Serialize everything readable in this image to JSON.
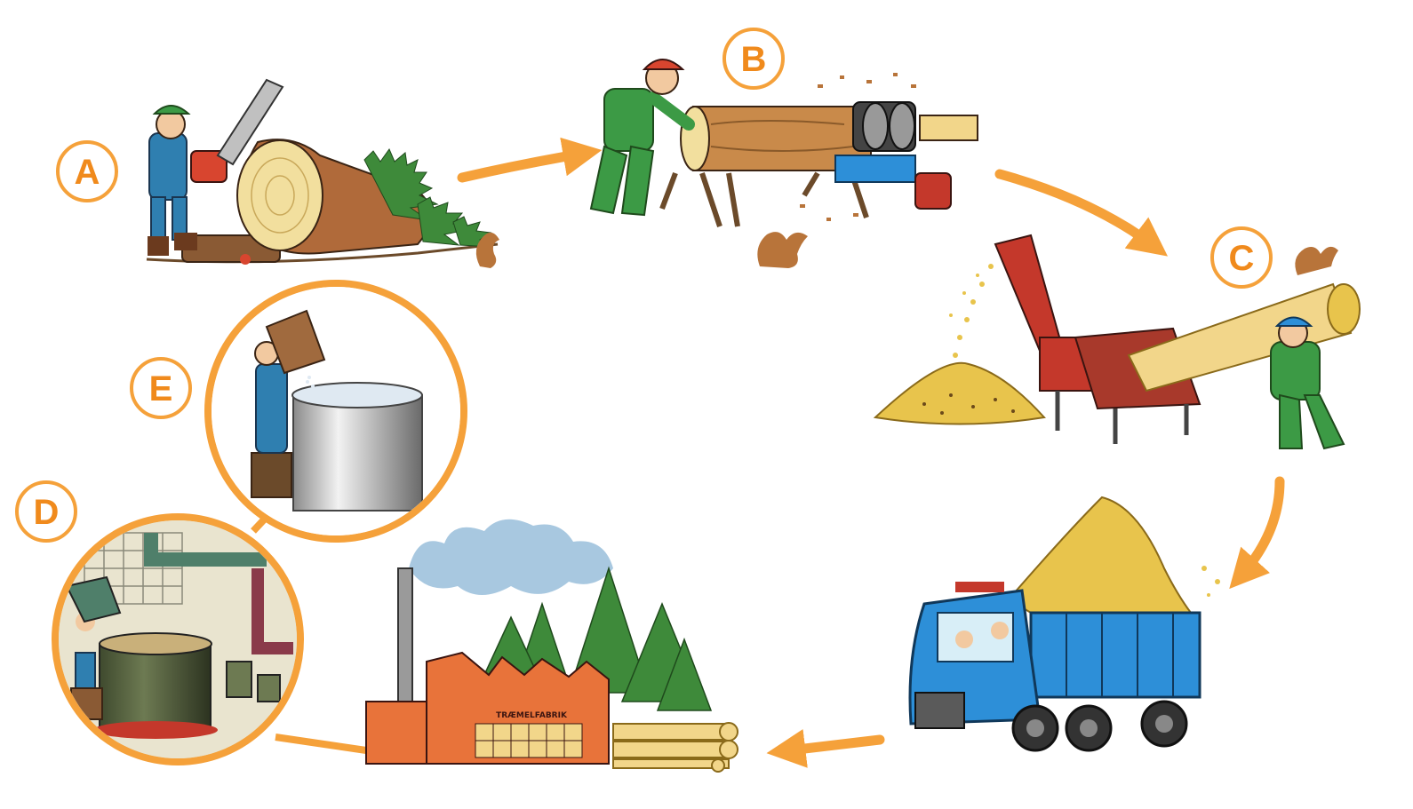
{
  "diagram": {
    "steps": [
      {
        "id": "A",
        "label": "A",
        "scene": "felling"
      },
      {
        "id": "B",
        "label": "B",
        "scene": "debarking"
      },
      {
        "id": "C",
        "label": "C",
        "scene": "chipping"
      },
      {
        "id": "D",
        "label": "D",
        "scene": "cooking"
      },
      {
        "id": "E",
        "label": "E",
        "scene": "additives"
      }
    ],
    "sign_text": "TRÆMELFABRIK",
    "colors": {
      "accent": "#f5a13a",
      "label_text": "#f08a1c",
      "ring": "#f5a13a",
      "truck_blue": "#2d8fd8",
      "chipper_red": "#c4382b",
      "factory_orange": "#e8733a",
      "smoke": "#a8c8e0",
      "woodchip": "#e8c44c",
      "tree_green": "#3e8a3a",
      "worker_green": "#3c9a45"
    },
    "icons": [
      "arrow-icon",
      "squirrel-icon",
      "tree-icon",
      "log-icon",
      "truck-icon",
      "factory-icon",
      "chimney-icon",
      "chipper-icon",
      "worker-icon"
    ]
  }
}
